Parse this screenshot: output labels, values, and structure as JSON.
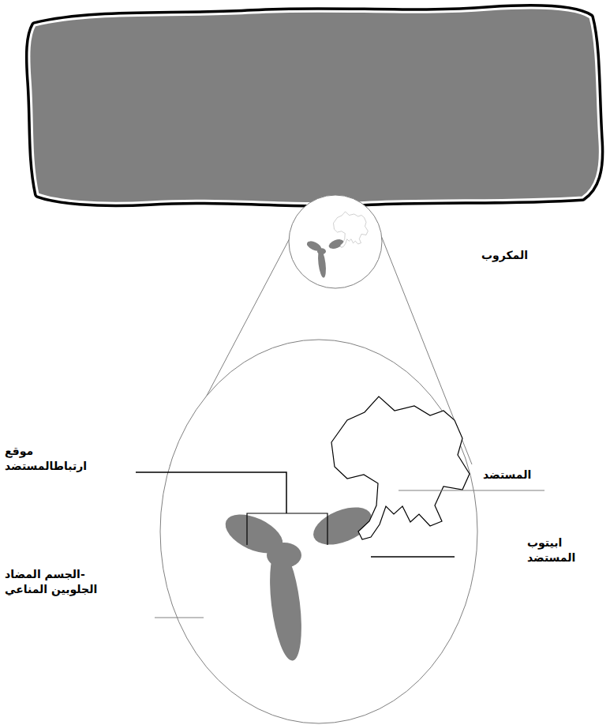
{
  "diagram": {
    "labels": [
      "المكروب",
      "موقع ارتباطالمستضد",
      "المستضد",
      "ابيتوب المستضد",
      "-الجسم المضاد الجلوبين المناعي"
    ]
  }
}
